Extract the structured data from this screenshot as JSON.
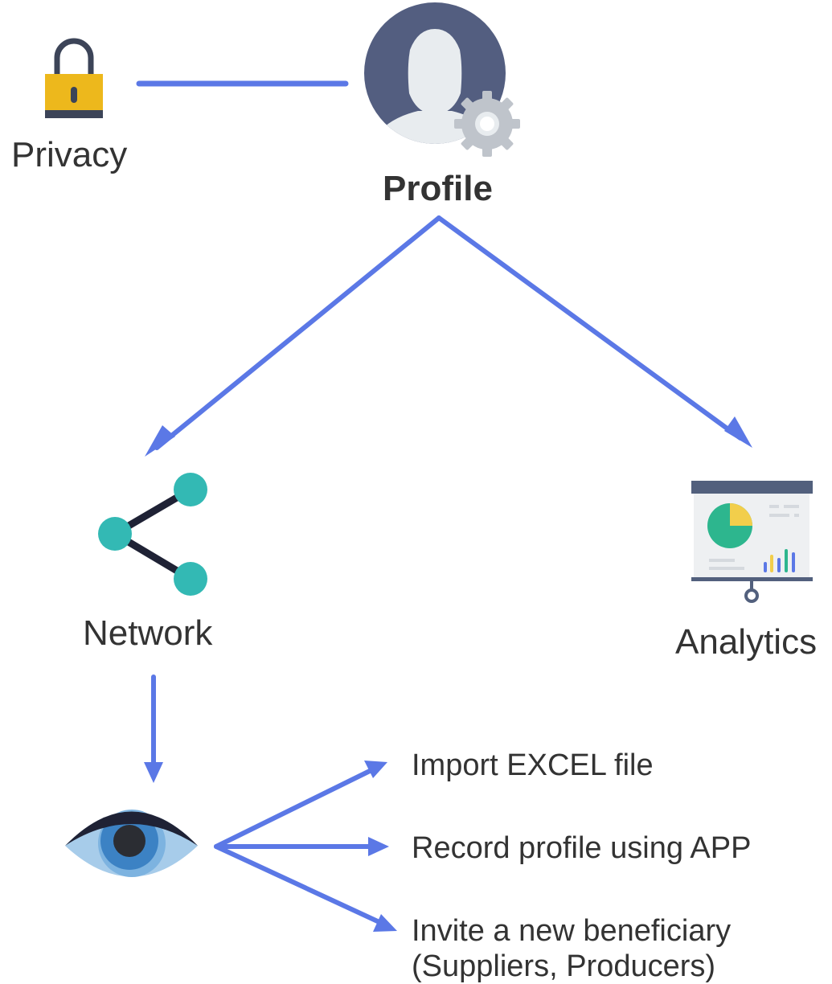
{
  "colors": {
    "connector": "#5B78E6",
    "text": "#333333",
    "lock_body": "#EDB81C",
    "lock_shackle": "#3C4458",
    "avatar_bg": "#535E80",
    "avatar_person": "#E8ECEF",
    "gear": "#BFC4CB",
    "network_node": "#33B9B4",
    "network_edge": "#1F2235",
    "board_header": "#52607D",
    "pie_main": "#2DB68E",
    "pie_slice": "#F2CE4B",
    "eye_iris": "#3C82C4",
    "eye_white": "#A7CCEA",
    "eye_lid": "#1F2235"
  },
  "nodes": {
    "privacy": {
      "label": "Privacy",
      "icon": "lock-icon"
    },
    "profile": {
      "label": "Profile",
      "icon": "user-settings-icon"
    },
    "network": {
      "label": "Network",
      "icon": "share-network-icon"
    },
    "analytics": {
      "label": "Analytics",
      "icon": "presentation-chart-icon"
    },
    "view": {
      "icon": "eye-icon"
    }
  },
  "actions": [
    {
      "label": "Import EXCEL file"
    },
    {
      "label": "Record profile using APP"
    },
    {
      "label_line1": "Invite a new beneficiary",
      "label_line2": "(Suppliers, Producers)"
    }
  ]
}
